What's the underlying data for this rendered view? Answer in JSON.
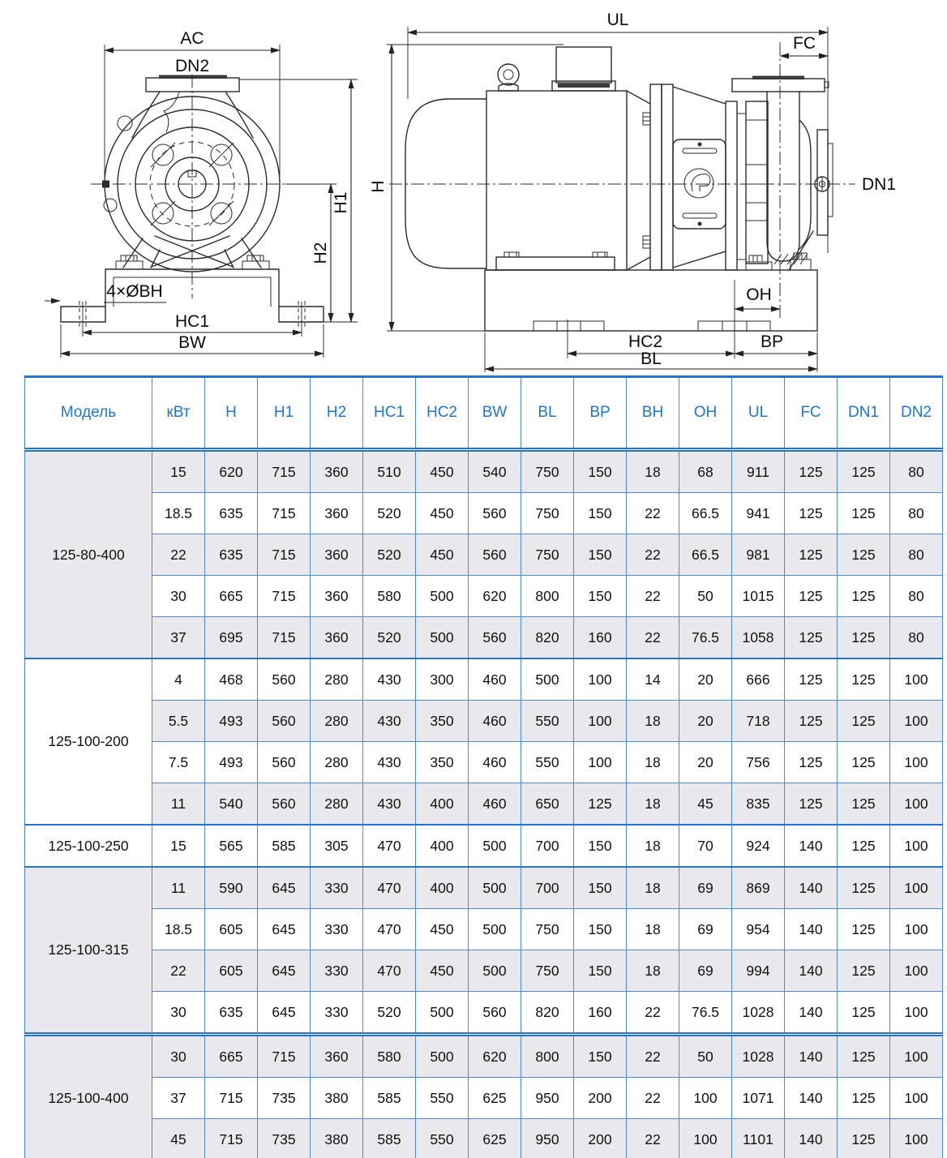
{
  "drawings": {
    "front_view": {
      "labels": {
        "ac": "AC",
        "dn2": "DN2",
        "h1": "H1",
        "h2": "H2",
        "bolt_holes": "4×ØBH",
        "hc1": "HC1",
        "bw": "BW"
      }
    },
    "side_view": {
      "labels": {
        "ul": "UL",
        "fc": "FC",
        "h": "H",
        "dn1": "DN1",
        "oh": "OH",
        "hc2": "HC2",
        "bp": "BP",
        "bl": "BL"
      }
    }
  },
  "table": {
    "headers": [
      "Модель",
      "кВт",
      "H",
      "H1",
      "H2",
      "HC1",
      "HC2",
      "BW",
      "BL",
      "BP",
      "BH",
      "OH",
      "UL",
      "FC",
      "DN1",
      "DN2"
    ],
    "groups": [
      {
        "model": "125-80-400",
        "rows": [
          [
            "15",
            "620",
            "715",
            "360",
            "510",
            "450",
            "540",
            "750",
            "150",
            "18",
            "68",
            "911",
            "125",
            "125",
            "80"
          ],
          [
            "18.5",
            "635",
            "715",
            "360",
            "520",
            "450",
            "560",
            "750",
            "150",
            "22",
            "66.5",
            "941",
            "125",
            "125",
            "80"
          ],
          [
            "22",
            "635",
            "715",
            "360",
            "520",
            "450",
            "560",
            "750",
            "150",
            "22",
            "66.5",
            "981",
            "125",
            "125",
            "80"
          ],
          [
            "30",
            "665",
            "715",
            "360",
            "580",
            "500",
            "620",
            "800",
            "150",
            "22",
            "50",
            "1015",
            "125",
            "125",
            "80"
          ],
          [
            "37",
            "695",
            "715",
            "360",
            "520",
            "500",
            "560",
            "820",
            "160",
            "22",
            "76.5",
            "1058",
            "125",
            "125",
            "80"
          ]
        ]
      },
      {
        "model": "125-100-200",
        "rows": [
          [
            "4",
            "468",
            "560",
            "280",
            "430",
            "300",
            "460",
            "500",
            "100",
            "14",
            "20",
            "666",
            "125",
            "125",
            "100"
          ],
          [
            "5.5",
            "493",
            "560",
            "280",
            "430",
            "350",
            "460",
            "550",
            "100",
            "18",
            "20",
            "718",
            "125",
            "125",
            "100"
          ],
          [
            "7.5",
            "493",
            "560",
            "280",
            "430",
            "350",
            "460",
            "550",
            "100",
            "18",
            "20",
            "756",
            "125",
            "125",
            "100"
          ],
          [
            "11",
            "540",
            "560",
            "280",
            "430",
            "400",
            "460",
            "650",
            "125",
            "18",
            "45",
            "835",
            "125",
            "125",
            "100"
          ]
        ]
      },
      {
        "model": "125-100-250",
        "rows": [
          [
            "15",
            "565",
            "585",
            "305",
            "470",
            "400",
            "500",
            "700",
            "150",
            "18",
            "70",
            "924",
            "140",
            "125",
            "100"
          ]
        ]
      },
      {
        "model": "125-100-315",
        "rows": [
          [
            "11",
            "590",
            "645",
            "330",
            "470",
            "400",
            "500",
            "700",
            "150",
            "18",
            "69",
            "869",
            "140",
            "125",
            "100"
          ],
          [
            "18.5",
            "605",
            "645",
            "330",
            "470",
            "450",
            "500",
            "750",
            "150",
            "18",
            "69",
            "954",
            "140",
            "125",
            "100"
          ],
          [
            "22",
            "605",
            "645",
            "330",
            "470",
            "450",
            "500",
            "750",
            "150",
            "18",
            "69",
            "994",
            "140",
            "125",
            "100"
          ],
          [
            "30",
            "635",
            "645",
            "330",
            "520",
            "500",
            "560",
            "820",
            "160",
            "22",
            "76.5",
            "1028",
            "140",
            "125",
            "100"
          ]
        ]
      },
      {
        "model": "125-100-400",
        "rows": [
          [
            "30",
            "665",
            "715",
            "360",
            "580",
            "500",
            "620",
            "800",
            "150",
            "22",
            "50",
            "1028",
            "140",
            "125",
            "100"
          ],
          [
            "37",
            "715",
            "735",
            "380",
            "585",
            "550",
            "625",
            "950",
            "200",
            "22",
            "100",
            "1071",
            "140",
            "125",
            "100"
          ],
          [
            "45",
            "715",
            "735",
            "380",
            "585",
            "550",
            "625",
            "950",
            "200",
            "22",
            "100",
            "1101",
            "140",
            "125",
            "100"
          ]
        ]
      }
    ]
  },
  "colors": {
    "border": "#4a8ad8",
    "thick": "#2673cb",
    "header_text": "#1d76d4",
    "stripe": "#e9e9ed"
  }
}
